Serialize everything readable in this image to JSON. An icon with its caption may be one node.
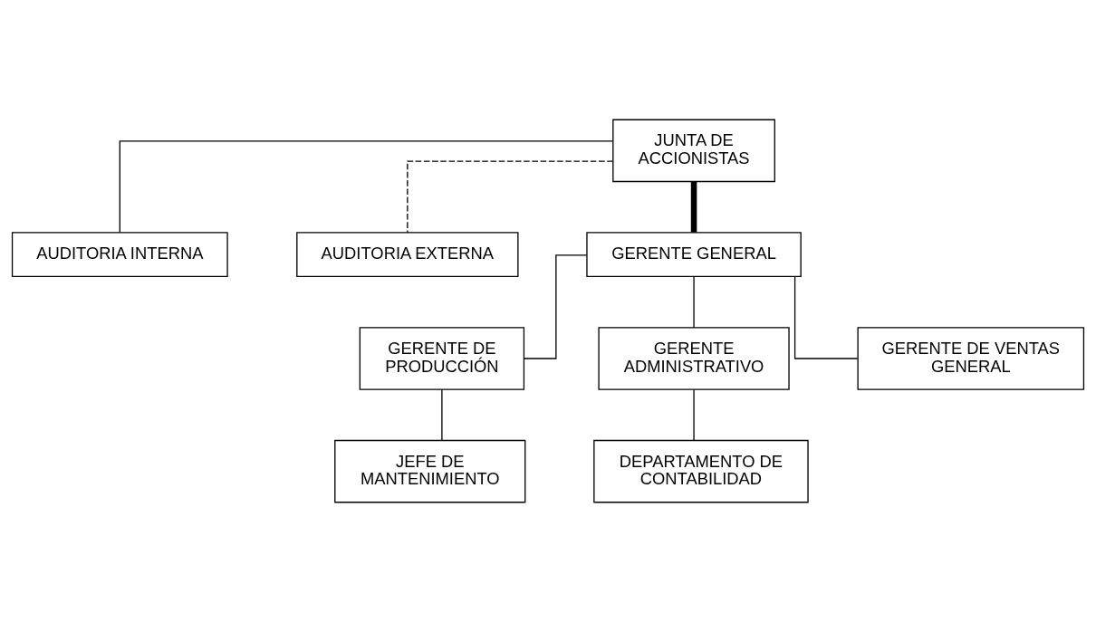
{
  "diagram": {
    "nodes": [
      {
        "text": [
          "JUNTA DE ACCIONISTAS"
        ]
      },
      {
        "text": [
          "AUDITORIA INTERNA"
        ]
      },
      {
        "text": [
          "AUDITORIA EXTERNA"
        ]
      },
      {
        "text": [
          "GERENTE GENERAL"
        ]
      },
      {
        "text": [
          "GERENTE DE PRODUCCIÓN"
        ]
      },
      {
        "text": [
          "GERENTE ADMINISTRATIVO"
        ]
      },
      {
        "text": [
          "GERENTE DE VENTAS GENERAL"
        ]
      },
      {
        "text": [
          "JEFE DE MANTENIMIENTO"
        ]
      },
      {
        "text": [
          "DEPARTAMENTO DE CONTABILIDAD"
        ]
      }
    ],
    "edges": [
      {
        "from": 0,
        "to": 3,
        "arrow": "none",
        "style": "thick"
      },
      {
        "from": 0,
        "to": 1,
        "arrow": "none"
      },
      {
        "from": 0,
        "to": 2,
        "arrow": "none",
        "style": "dashed"
      },
      {
        "from": 3,
        "to": 4,
        "arrow": "none"
      },
      {
        "from": 3,
        "to": 5,
        "arrow": "none"
      },
      {
        "from": 3,
        "to": 6,
        "arrow": "none"
      },
      {
        "from": 4,
        "to": 7,
        "arrow": "none"
      },
      {
        "from": 5,
        "to": 8,
        "arrow": "none"
      }
    ]
  }
}
